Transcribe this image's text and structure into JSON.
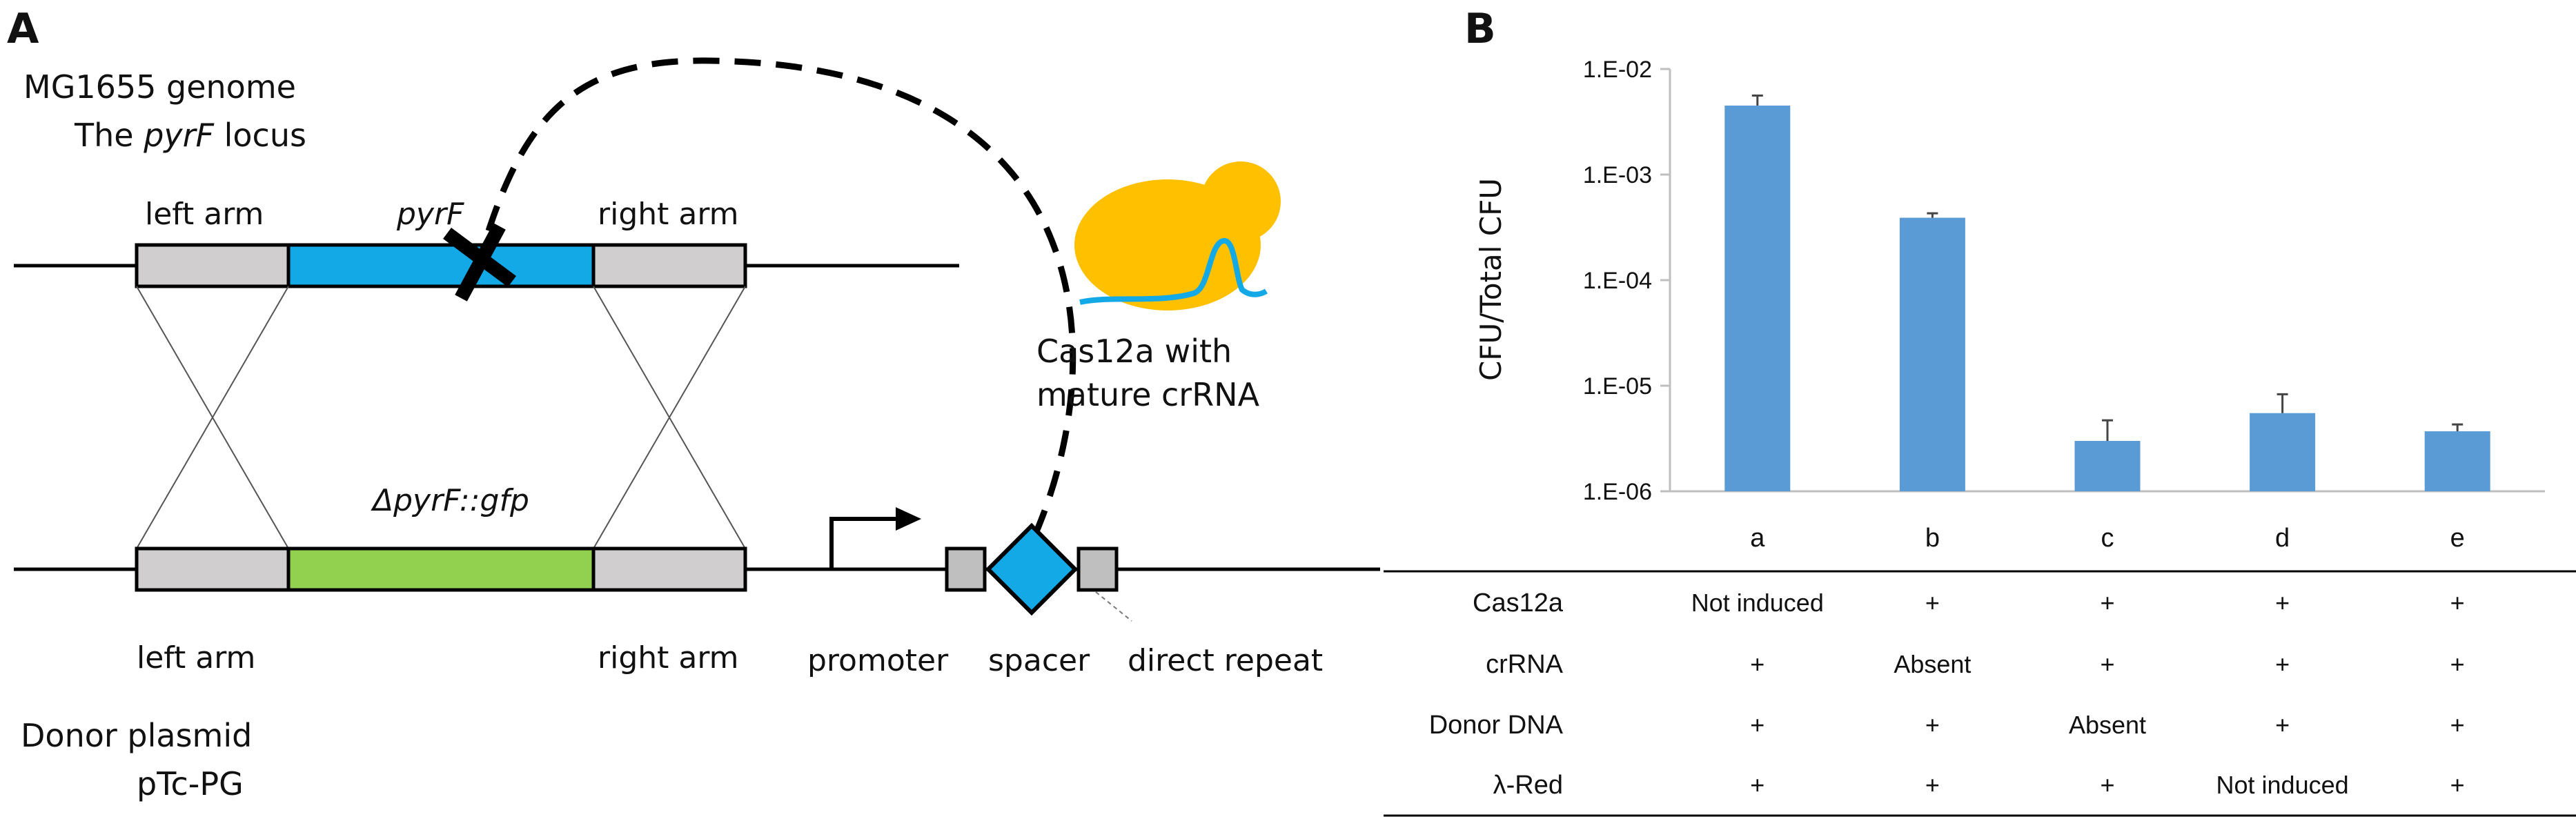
{
  "panel_a": {
    "letter": "A",
    "genome_title_1": "MG1655 genome",
    "genome_title_2_pre": "The ",
    "genome_title_2_gene": "pyrF",
    "genome_title_2_post": " locus",
    "top_left_arm": "left arm",
    "top_gene": "pyrF",
    "top_right_arm": "right arm",
    "donor_gene": "ΔpyrF::gfp",
    "bottom_left_arm": "left arm",
    "bottom_right_arm": "right arm",
    "promoter": "promoter",
    "spacer": "spacer",
    "direct_repeat": "direct repeat",
    "cas_label_1": "Cas12a with",
    "cas_label_2": "mature crRNA",
    "donor_title_1": "Donor plasmid",
    "donor_title_2": "pTc-PG",
    "colors": {
      "pyrF": "#13a8e6",
      "gfp": "#92d050",
      "arm": "#d0cece",
      "cas12a": "#ffc000",
      "crRNA": "#13a8e6"
    }
  },
  "panel_b": {
    "letter": "B",
    "row_labels": [
      "Cas12a",
      "crRNA",
      "Donor DNA",
      "λ-Red"
    ],
    "table": [
      [
        "Not induced",
        "+",
        "+",
        "+",
        "+"
      ],
      [
        "+",
        "Absent",
        "+",
        "+",
        "+"
      ],
      [
        "+",
        "+",
        "Absent",
        "+",
        "+"
      ],
      [
        "+",
        "+",
        "+",
        "Not induced",
        "+"
      ]
    ]
  },
  "chart_data": {
    "type": "bar",
    "categories": [
      "a",
      "b",
      "c",
      "d",
      "e"
    ],
    "values": [
      0.0045,
      0.00039,
      3e-06,
      5.5e-06,
      3.7e-06
    ],
    "errors": [
      0.0011,
      4e-05,
      1.7e-06,
      2.8e-06,
      6e-07
    ],
    "ylabel": "CFU/Total CFU",
    "yscale": "log",
    "ylim": [
      1e-06,
      0.01
    ],
    "yticks": [
      1e-06,
      1e-05,
      0.0001,
      0.001,
      0.01
    ],
    "ytick_labels": [
      "1.E-06",
      "1.E-05",
      "1.E-04",
      "1.E-03",
      "1.E-02"
    ],
    "bar_color": "#5b9bd5"
  }
}
